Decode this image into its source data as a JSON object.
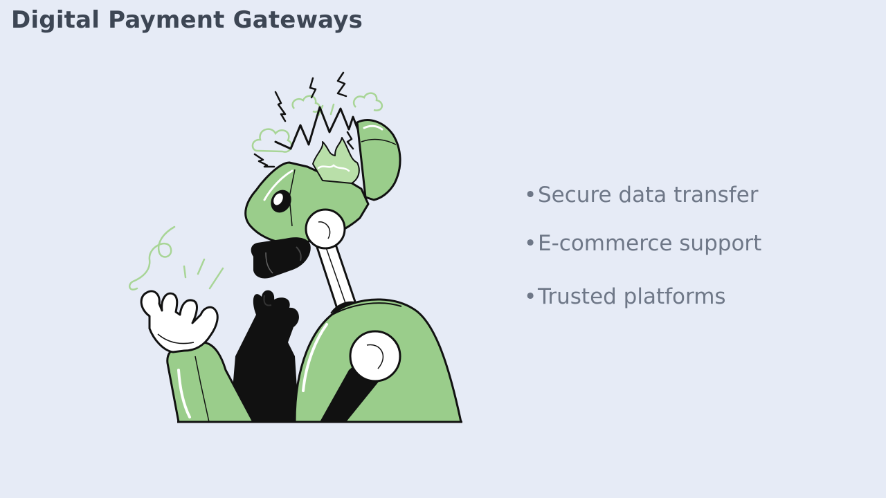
{
  "colors": {
    "background": "#E6EBF6",
    "title": "#3D4654",
    "bullet_text": "#6E7787",
    "robot_green": "#9ACD8B",
    "robot_light_green": "#B9DFA9",
    "outline": "#111111",
    "white": "#FFFFFF"
  },
  "slide": {
    "title": "Digital Payment Gateways"
  },
  "illustration": {
    "icon": "broken-robot-icon"
  },
  "bullets": {
    "marker": "•",
    "items": [
      {
        "label": "Secure data transfer"
      },
      {
        "label": "E-commerce support"
      },
      {
        "label": "Trusted platforms"
      }
    ]
  }
}
